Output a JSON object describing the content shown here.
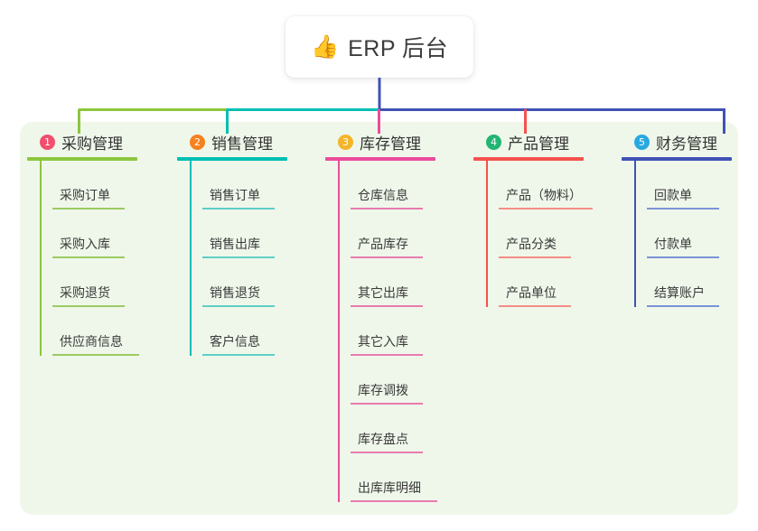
{
  "root": {
    "icon": "thumbs-up-icon",
    "icon_glyph": "👍",
    "title": "ERP 后台"
  },
  "panel": {
    "background_color": "#eff7ea"
  },
  "colors": {
    "col1_line": "#8cc63e",
    "col2_line": "#00bfb3",
    "col3_line": "#ea4c9a",
    "col4_line": "#f4524d",
    "col5_line": "#4051b5",
    "col5_item_line": "#7b93d8",
    "badge1": "#f0506e",
    "badge2": "#f5821f",
    "badge3": "#f5b52a",
    "badge4": "#22b573",
    "badge5": "#29a8e0",
    "root_stem": "#4051b5",
    "text": "#333333"
  },
  "columns": [
    {
      "number": "1",
      "title": "采购管理",
      "badge_color": "#f0506e",
      "line_color": "#8cc63e",
      "item_line_color": "#9ccb63",
      "head_rule_width": 122,
      "items": [
        {
          "label": "采购订单",
          "rule_width": 80
        },
        {
          "label": "采购入库",
          "rule_width": 80
        },
        {
          "label": "采购退货",
          "rule_width": 80
        },
        {
          "label": "供应商信息",
          "rule_width": 96
        }
      ]
    },
    {
      "number": "2",
      "title": "销售管理",
      "badge_color": "#f5821f",
      "line_color": "#00bfb3",
      "item_line_color": "#5ecfc6",
      "head_rule_width": 122,
      "items": [
        {
          "label": "销售订单",
          "rule_width": 80
        },
        {
          "label": "销售出库",
          "rule_width": 80
        },
        {
          "label": "销售退货",
          "rule_width": 80
        },
        {
          "label": "客户信息",
          "rule_width": 80
        }
      ]
    },
    {
      "number": "3",
      "title": "库存管理",
      "badge_color": "#f5b52a",
      "line_color": "#ea4c9a",
      "item_line_color": "#e87bb0",
      "head_rule_width": 122,
      "items": [
        {
          "label": "仓库信息",
          "rule_width": 80
        },
        {
          "label": "产品库存",
          "rule_width": 80
        },
        {
          "label": "其它出库",
          "rule_width": 80
        },
        {
          "label": "其它入库",
          "rule_width": 80
        },
        {
          "label": "库存调拨",
          "rule_width": 80
        },
        {
          "label": "库存盘点",
          "rule_width": 80
        },
        {
          "label": "出库库明细",
          "rule_width": 96
        }
      ]
    },
    {
      "number": "4",
      "title": "产品管理",
      "badge_color": "#22b573",
      "line_color": "#f4524d",
      "item_line_color": "#f58e87",
      "head_rule_width": 122,
      "items": [
        {
          "label": "产品（物料）",
          "rule_width": 104
        },
        {
          "label": "产品分类",
          "rule_width": 80
        },
        {
          "label": "产品单位",
          "rule_width": 80
        }
      ]
    },
    {
      "number": "5",
      "title": "财务管理",
      "badge_color": "#29a8e0",
      "line_color": "#4051b5",
      "item_line_color": "#7b93d8",
      "head_rule_width": 122,
      "items": [
        {
          "label": "回款单",
          "rule_width": 80
        },
        {
          "label": "付款单",
          "rule_width": 80
        },
        {
          "label": "结算账户",
          "rule_width": 80
        }
      ]
    }
  ]
}
